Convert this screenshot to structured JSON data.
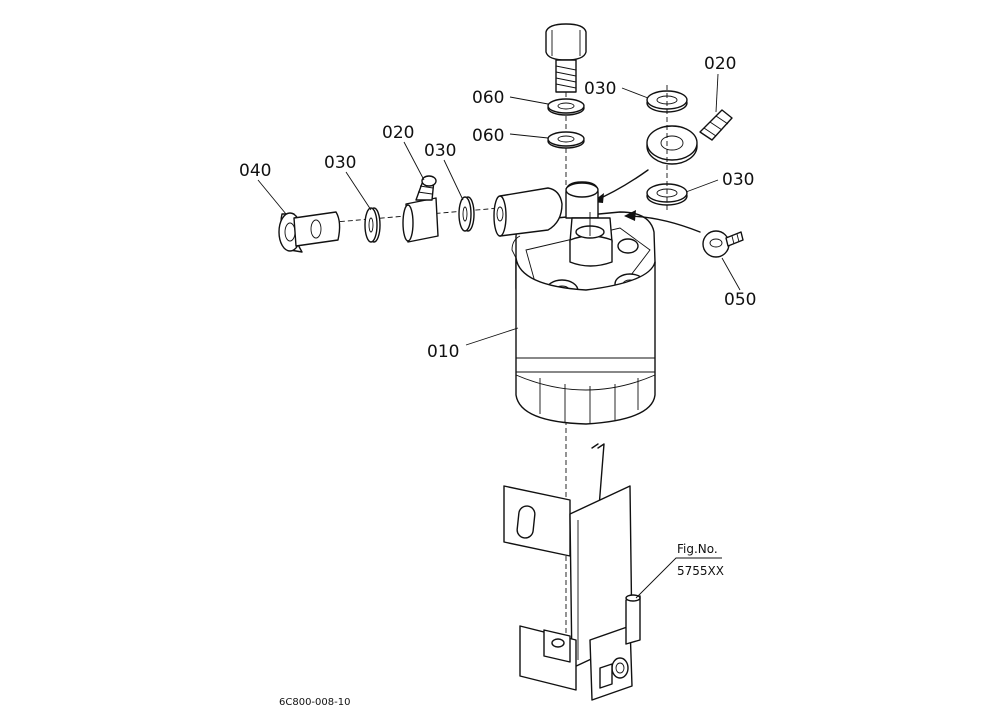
{
  "labels": {
    "p010": "010",
    "p020_left": "020",
    "p020_right": "020",
    "p030_a": "030",
    "p030_b": "030",
    "p030_top": "030",
    "p030_right": "030",
    "p040": "040",
    "p050": "050",
    "p060_top": "060",
    "p060_bottom": "060",
    "fig_no": "Fig.No.",
    "fig_code": "5755XX",
    "drawing_code": "6C800-008-10"
  }
}
